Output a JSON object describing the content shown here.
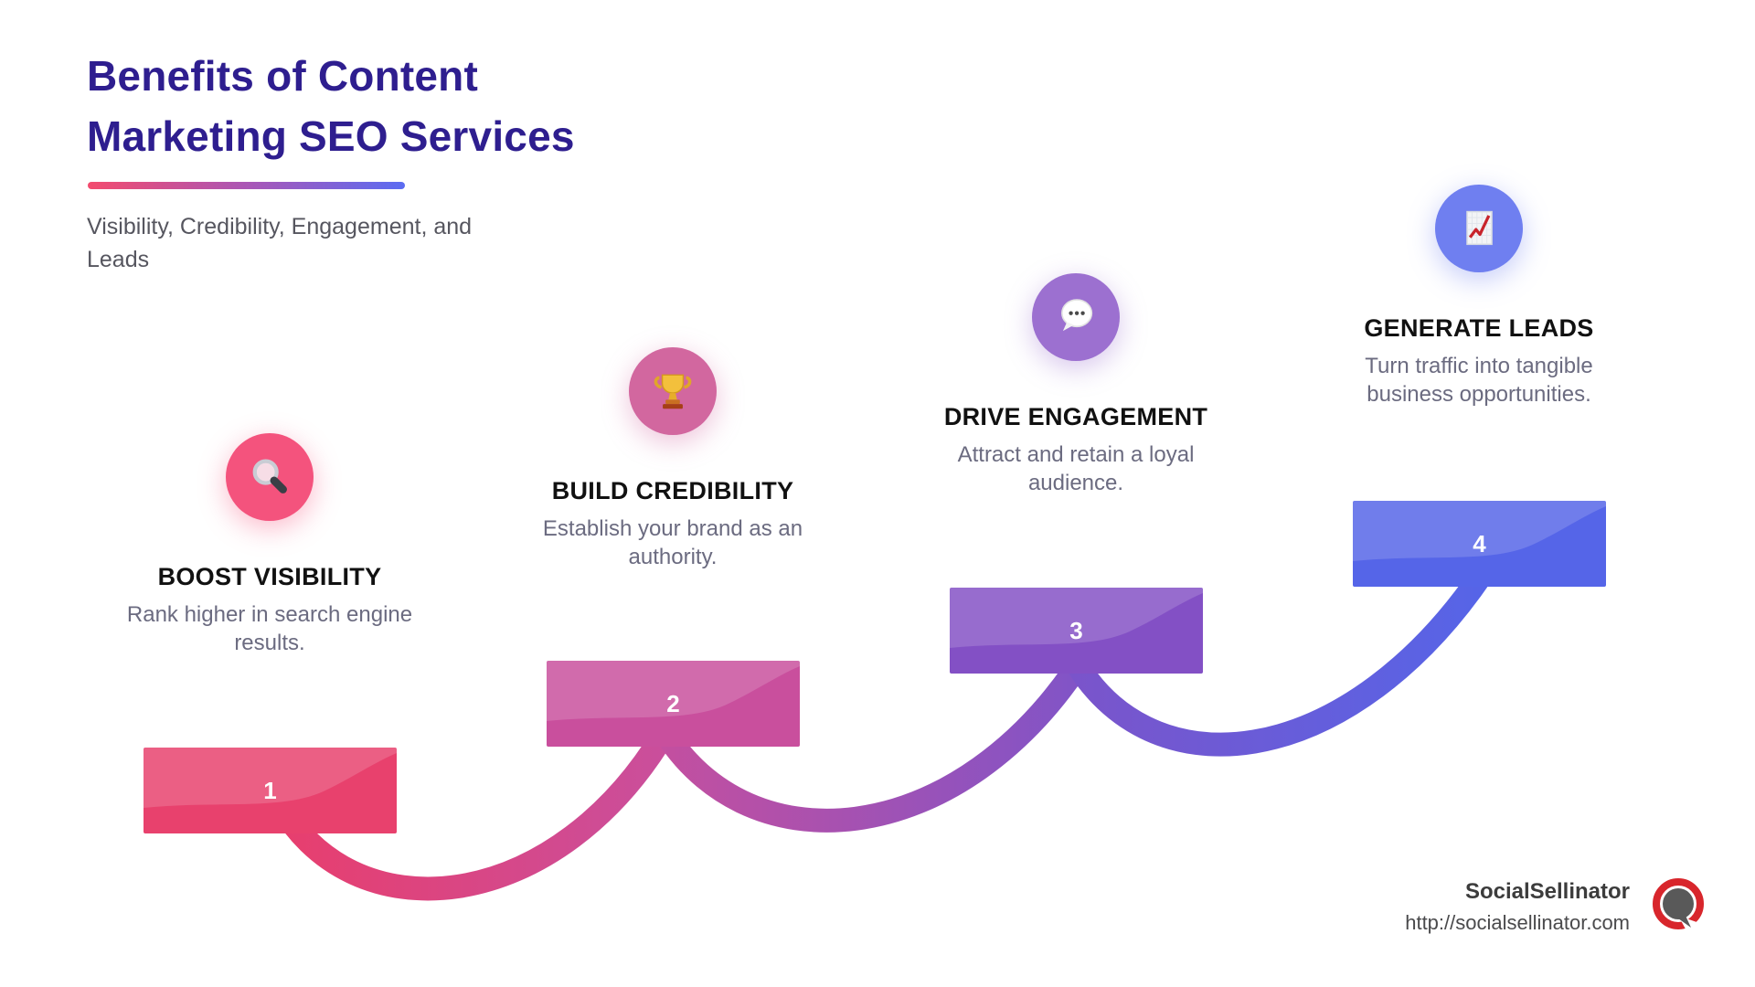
{
  "header": {
    "title_line1": "Benefits of Content",
    "title_line2": "Marketing SEO Services",
    "title_color": "#2e1e8f",
    "underline_gradient": [
      "#f34b6e",
      "#5b6cf2"
    ],
    "subtitle_line1": "Visibility, Credibility, Engagement, and",
    "subtitle_line2": "Leads"
  },
  "steps": [
    {
      "number": "1",
      "title": "BOOST VISIBILITY",
      "description": "Rank higher in search engine results.",
      "icon": "magnifier-icon",
      "circle_color": "#f4537d",
      "bar_color": "#e8416d"
    },
    {
      "number": "2",
      "title": "BUILD CREDIBILITY",
      "description": "Establish your brand as an authority.",
      "icon": "trophy-icon",
      "circle_color": "#d2679f",
      "bar_color": "#c94f9d"
    },
    {
      "number": "3",
      "title": "DRIVE ENGAGEMENT",
      "description": "Attract and retain a loyal audience.",
      "icon": "speech-bubble-icon",
      "circle_color": "#9c70d0",
      "bar_color": "#8350c5"
    },
    {
      "number": "4",
      "title": "GENERATE LEADS",
      "description": "Turn traffic into tangible business opportunities.",
      "icon": "chart-up-icon",
      "circle_color": "#6f7ff0",
      "bar_color": "#5565e8"
    }
  ],
  "connectors": [
    {
      "from": "1",
      "to": "2",
      "gradient": [
        "#e83e6d",
        "#c94f9d"
      ]
    },
    {
      "from": "2",
      "to": "3",
      "gradient": [
        "#c44f9f",
        "#7f54c8"
      ]
    },
    {
      "from": "3",
      "to": "4",
      "gradient": [
        "#7b54ca",
        "#5565e8"
      ]
    }
  ],
  "footer": {
    "brand": "SocialSellinator",
    "url": "http://socialsellinator.com",
    "logo_ring_color": "#d8262c",
    "logo_bubble_color": "#595959"
  }
}
